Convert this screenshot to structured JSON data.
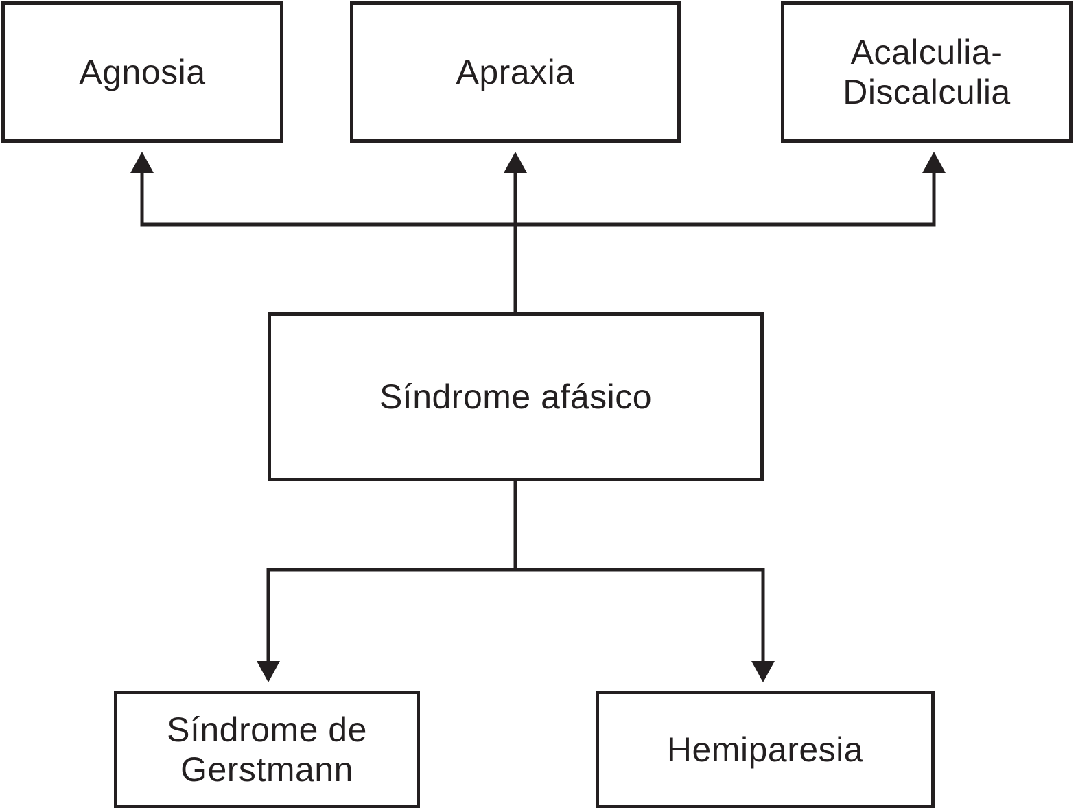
{
  "nodes": {
    "agnosia": "Agnosia",
    "apraxia": "Apraxia",
    "acalculia": "Acalculia-Discalculia",
    "central": "Síndrome afásico",
    "gerstmann": "Síndrome de Gerstmann",
    "hemiparesia": "Hemiparesia"
  },
  "colors": {
    "ink": "#231f20",
    "background": "#ffffff"
  }
}
